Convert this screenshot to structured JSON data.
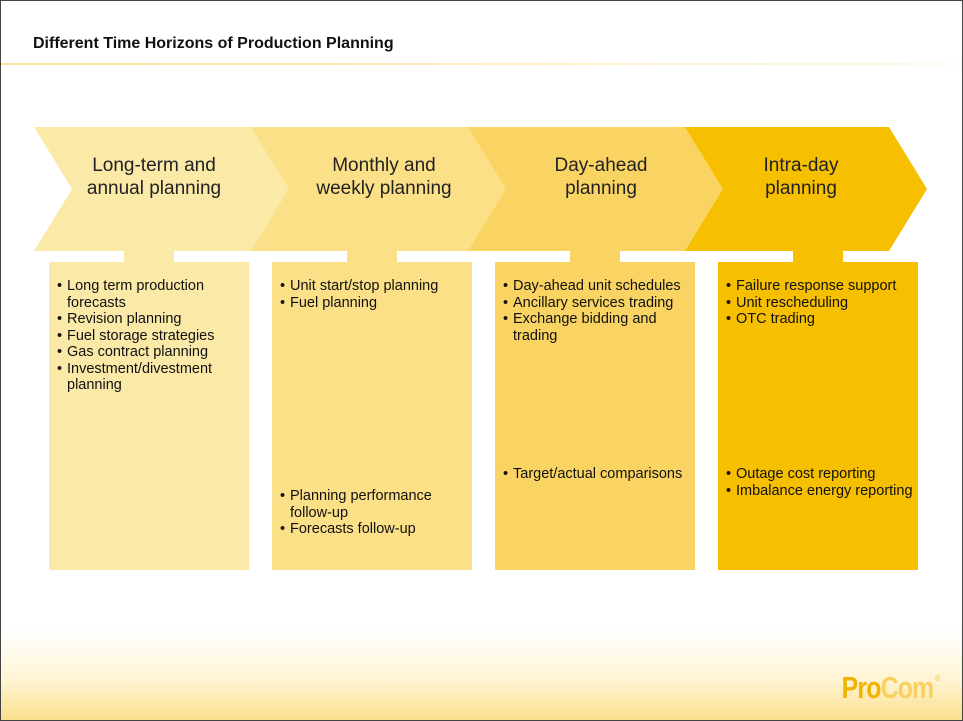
{
  "slide": {
    "title": "Different Time Horizons of Production Planning",
    "logo_text": "ProCom",
    "logo_mark": "®"
  },
  "colors": {
    "phase_1": "#fbe9a8",
    "phase_2": "#fbe088",
    "phase_3": "#fad462",
    "phase_4": "#f6c000",
    "logo_pro": "#f0b400",
    "logo_com": "#f8d060",
    "title_rule": "#fbe39a"
  },
  "phases": [
    {
      "label": "Long-term and\nannual planning",
      "items": [
        "Long term production forecasts",
        "Revision planning",
        "Fuel storage strategies",
        "Gas contract planning",
        "Investment/divestment planning"
      ],
      "followup": []
    },
    {
      "label": "Monthly and\nweekly planning",
      "items": [
        "Unit start/stop planning",
        "Fuel planning"
      ],
      "followup": [
        "Planning performance follow-up",
        "Forecasts  follow-up"
      ]
    },
    {
      "label": "Day-ahead\nplanning",
      "items": [
        "Day-ahead unit schedules",
        "Ancillary services trading",
        "Exchange bidding and trading"
      ],
      "followup": [
        "Target/actual comparisons"
      ]
    },
    {
      "label": "Intra-day\nplanning",
      "items": [
        "Failure response support",
        "Unit rescheduling",
        "OTC trading"
      ],
      "followup": [
        "Outage cost reporting",
        "Imbalance energy reporting"
      ]
    }
  ]
}
